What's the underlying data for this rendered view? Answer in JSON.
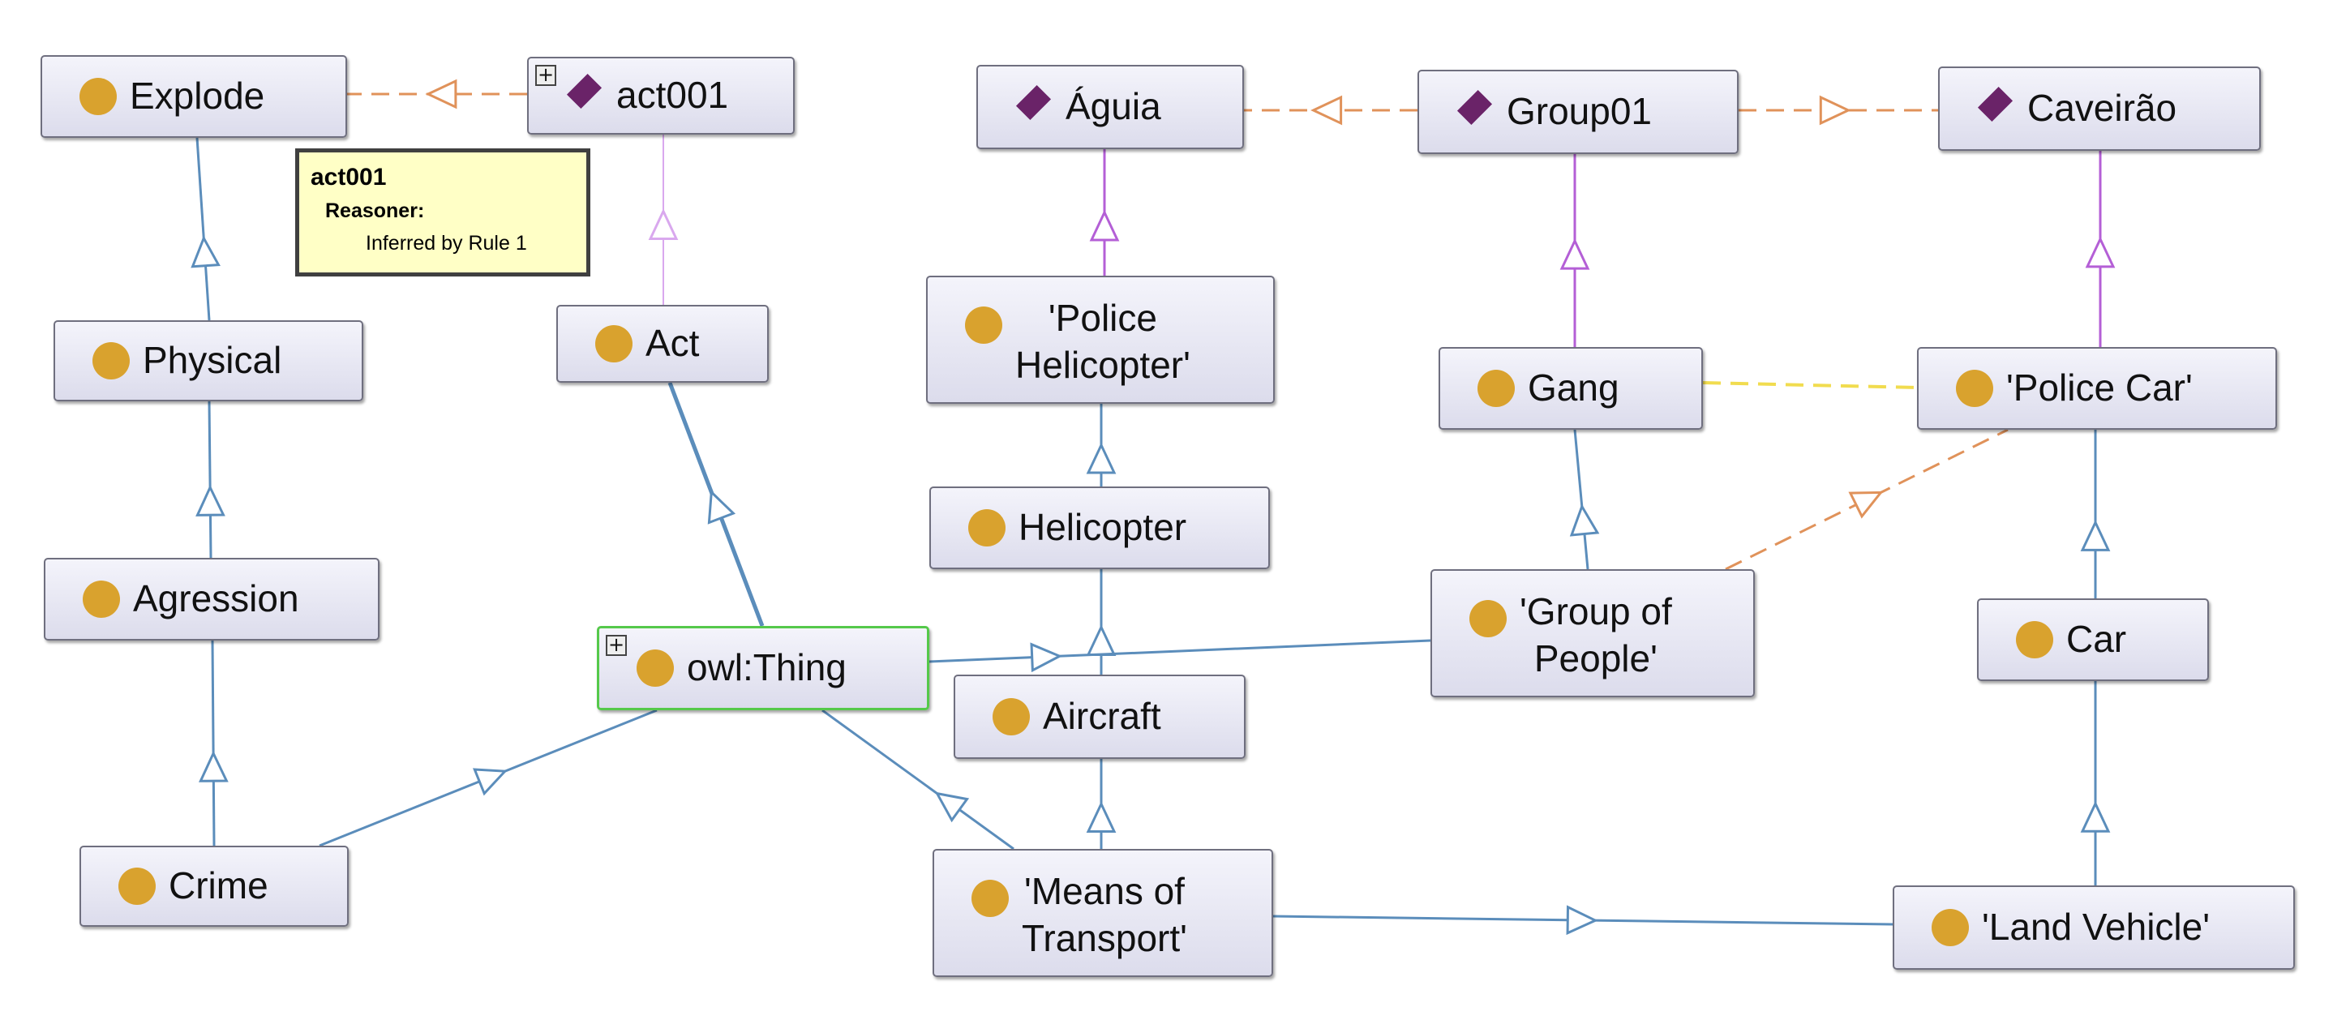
{
  "nodes": {
    "explode": "Explode",
    "act001": "act001",
    "physical": "Physical",
    "act": "Act",
    "agression": "Agression",
    "crime": "Crime",
    "owl_thing": "owl:Thing",
    "aguia": "Águia",
    "police_helicopter_1": "'Police",
    "police_helicopter_2": "Helicopter'",
    "helicopter": "Helicopter",
    "aircraft": "Aircraft",
    "means_of_transport_1": "'Means of",
    "means_of_transport_2": "Transport'",
    "group01": "Group01",
    "gang": "Gang",
    "group_of_people_1": "'Group of",
    "group_of_people_2": "People'",
    "caveirao": "Caveirão",
    "police_car": "'Police Car'",
    "car": "Car",
    "land_vehicle": "'Land Vehicle'"
  },
  "tooltip": {
    "title": "act001",
    "reasoner_label": "Reasoner:",
    "inference": "Inferred by Rule 1"
  },
  "expand_symbol": "+",
  "icons": {
    "class": "class-circle-icon",
    "individual": "individual-diamond-icon",
    "expand": "expand-plus-icon"
  },
  "colors": {
    "subclass_edge": "#5b8dbb",
    "instance_edge": "#b45fd6",
    "instance_edge_light": "#d9a8ee",
    "property_edge": "#e0925a",
    "equivalent_edge": "#f1dc4f",
    "class_dot": "#d9a22e",
    "individual_diamond": "#6a2368",
    "selected_border": "#55c94a"
  }
}
